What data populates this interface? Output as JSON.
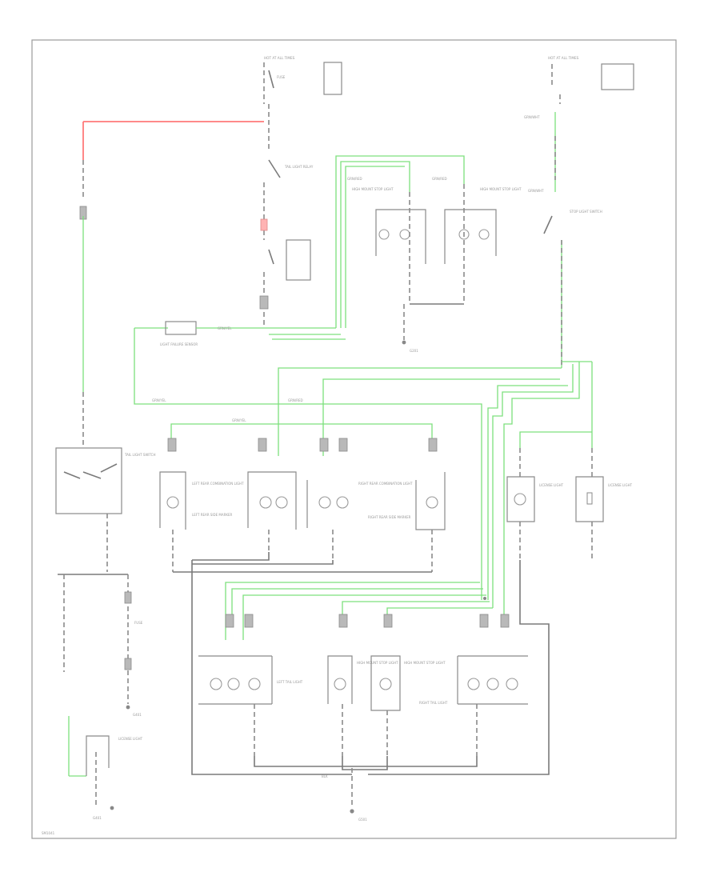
{
  "diagram": {
    "colors": {
      "wire_black": "#7a7a7a",
      "wire_green": "#7de07d",
      "wire_red": "#ff7a7a",
      "frame": "#9a9a9a"
    },
    "labels": {
      "hot_at_all_times_left": "HOT AT ALL TIMES",
      "hot_at_all_times_right": "HOT AT ALL TIMES",
      "fuse_block_top": "FUSE",
      "tail_light_relay": "TAIL LIGHT RELAY",
      "stop_light_switch": "STOP LIGHT SWITCH",
      "light_failure_sensor": "LIGHT FAILURE SENSOR",
      "tail_light_switch": "TAIL LIGHT SWITCH",
      "left_rear_combination": "LEFT REAR COMBINATION LIGHT",
      "right_rear_combination": "RIGHT REAR COMBINATION LIGHT",
      "left_rear_side_marker": "LEFT REAR SIDE MARKER",
      "right_rear_side_marker": "RIGHT REAR SIDE MARKER",
      "high_mount_stop": "HIGH MOUNT STOP LIGHT",
      "license_light": "LICENSE LIGHT",
      "left_tail": "LEFT TAIL LIGHT",
      "right_tail": "RIGHT TAIL LIGHT",
      "ground_top": "G201",
      "ground_bottom_left": "G401",
      "ground_bottom_center": "G501",
      "grn_red": "GRN/RED",
      "grn_yel": "GRN/YEL",
      "grn_wht": "GRN/WHT",
      "blk": "BLK",
      "fig_id": "SM1041"
    }
  }
}
